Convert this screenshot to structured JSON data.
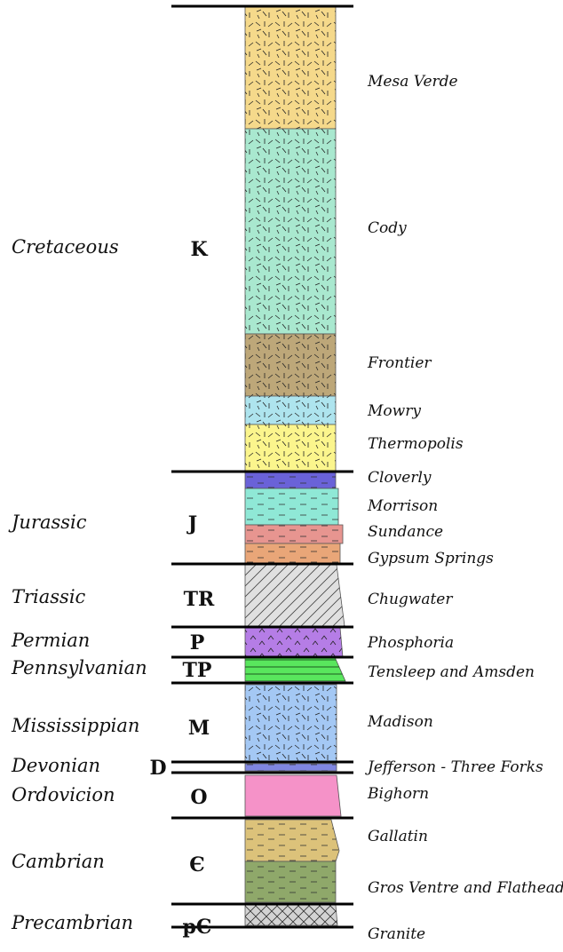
{
  "periods": [
    {
      "name": "Cretaceous",
      "abbr": "K"
    },
    {
      "name": "Jurassic",
      "abbr": "J"
    },
    {
      "name": "Triassic",
      "abbr": "TR"
    },
    {
      "name": "Permian",
      "abbr": "P"
    },
    {
      "name": "Pennsylvanian",
      "abbr": "TP"
    },
    {
      "name": "Mississippian",
      "abbr": "M"
    },
    {
      "name": "Devonian",
      "abbr": "D"
    },
    {
      "name": "Ordovicion",
      "abbr": "O"
    },
    {
      "name": "Cambrian",
      "abbr": "Є"
    },
    {
      "name": "Precambrian",
      "abbr": "pЄ"
    }
  ],
  "formations": [
    {
      "name": "Mesa Verde",
      "color": "#f5d98b",
      "pattern": "dash"
    },
    {
      "name": "Cody",
      "color": "#a9e8cf",
      "pattern": "dash"
    },
    {
      "name": "Frontier",
      "color": "#bda779",
      "pattern": "dash"
    },
    {
      "name": "Mowry",
      "color": "#aee4ee",
      "pattern": "dash"
    },
    {
      "name": "Thermopolis",
      "color": "#fbf58d",
      "pattern": "dash"
    },
    {
      "name": "Cloverly",
      "color": "#6a62d8",
      "pattern": "hline"
    },
    {
      "name": "Morrison",
      "color": "#8fe8d6",
      "pattern": "hline"
    },
    {
      "name": "Sundance",
      "color": "#e79590",
      "pattern": "hline"
    },
    {
      "name": "Gypsum Springs",
      "color": "#e9a678",
      "pattern": "hline"
    },
    {
      "name": "Chugwater",
      "color": "#e0e0e0",
      "pattern": "diag"
    },
    {
      "name": "Phosphoria",
      "color": "#b57de6",
      "pattern": "chevron"
    },
    {
      "name": "Tensleep and Amsden",
      "color": "#59e65d",
      "pattern": "stripe"
    },
    {
      "name": "Madison",
      "color": "#a4c8f4",
      "pattern": "dash"
    },
    {
      "name": "Jefferson - Three Forks",
      "color": "#7f86e0",
      "pattern": "hline"
    },
    {
      "name": "Bighorn",
      "color": "#f592c8",
      "pattern": "none"
    },
    {
      "name": "Gallatin",
      "color": "#dcc27a",
      "pattern": "hline"
    },
    {
      "name": "Gros Ventre and Flathead",
      "color": "#8fa86a",
      "pattern": "hline"
    },
    {
      "name": "Granite",
      "color": "#d3d3d3",
      "pattern": "cross"
    }
  ]
}
